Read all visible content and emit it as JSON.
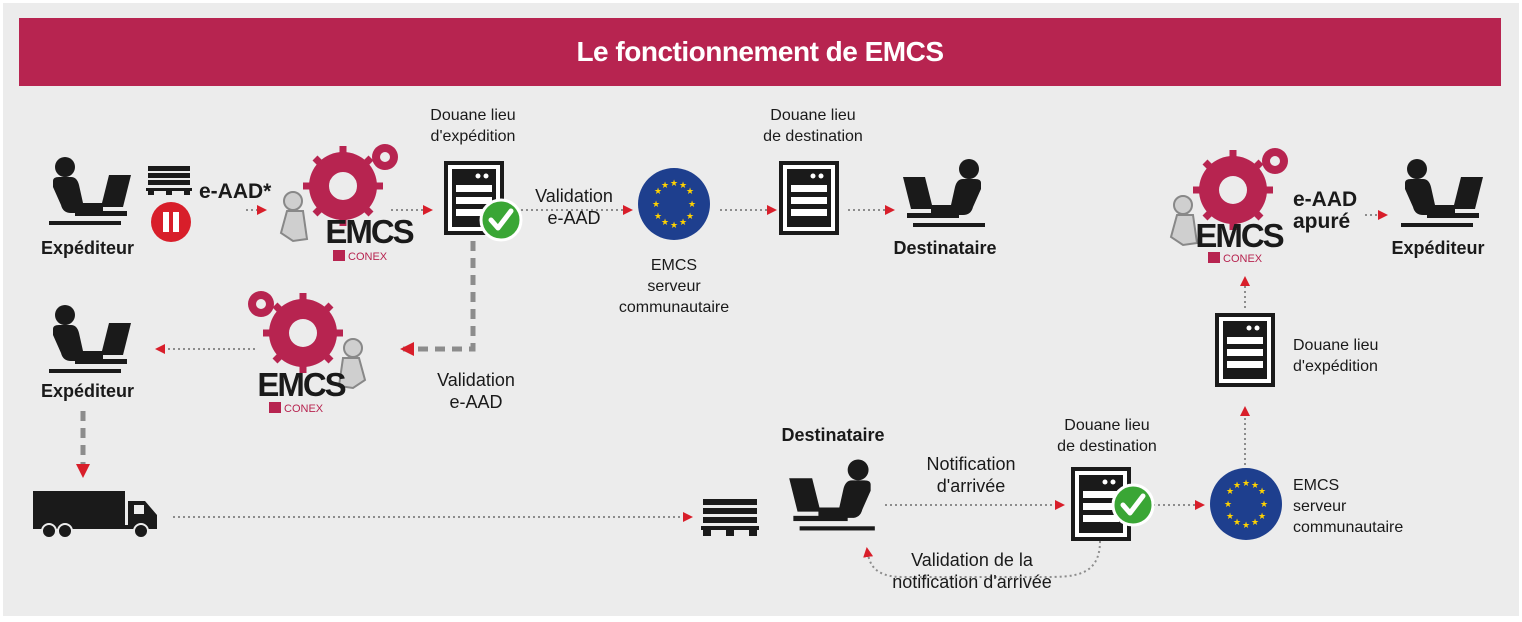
{
  "title": "Le fonctionnement de EMCS",
  "colors": {
    "brand": "#b72450",
    "eu_blue": "#1e3f8e",
    "eu_star": "#ffd200",
    "check_green": "#3aa635",
    "arrow_red": "#d81e2a",
    "dashed_grey": "#8c8c8c",
    "dark": "#1a1a1a"
  },
  "logo": {
    "emcs": "EMCS",
    "conex": "CONEX"
  },
  "icons": [
    "user-laptop-icon",
    "server-icon",
    "eu-flag-icon",
    "gears-robot-icon",
    "pallet-icon",
    "truck-icon",
    "check-icon",
    "pause-icon"
  ],
  "labels": {
    "expediteur": "Expéditeur",
    "destinataire": "Destinataire",
    "e_aad_star": "e-AAD*",
    "e_aad": "e-AAD",
    "apure": "apuré",
    "validation": "Validation",
    "validation_de_la": "Validation de la",
    "notification_darrivee_lower": "notification d'arrivée",
    "notification": "Notification",
    "darrivee": "d'arrivée",
    "douane_lieu": "Douane lieu",
    "dexpedition": "d'expédition",
    "de_destination": "de destination",
    "emcs": "EMCS",
    "serveur": "serveur",
    "communautaire": "communautaire"
  }
}
